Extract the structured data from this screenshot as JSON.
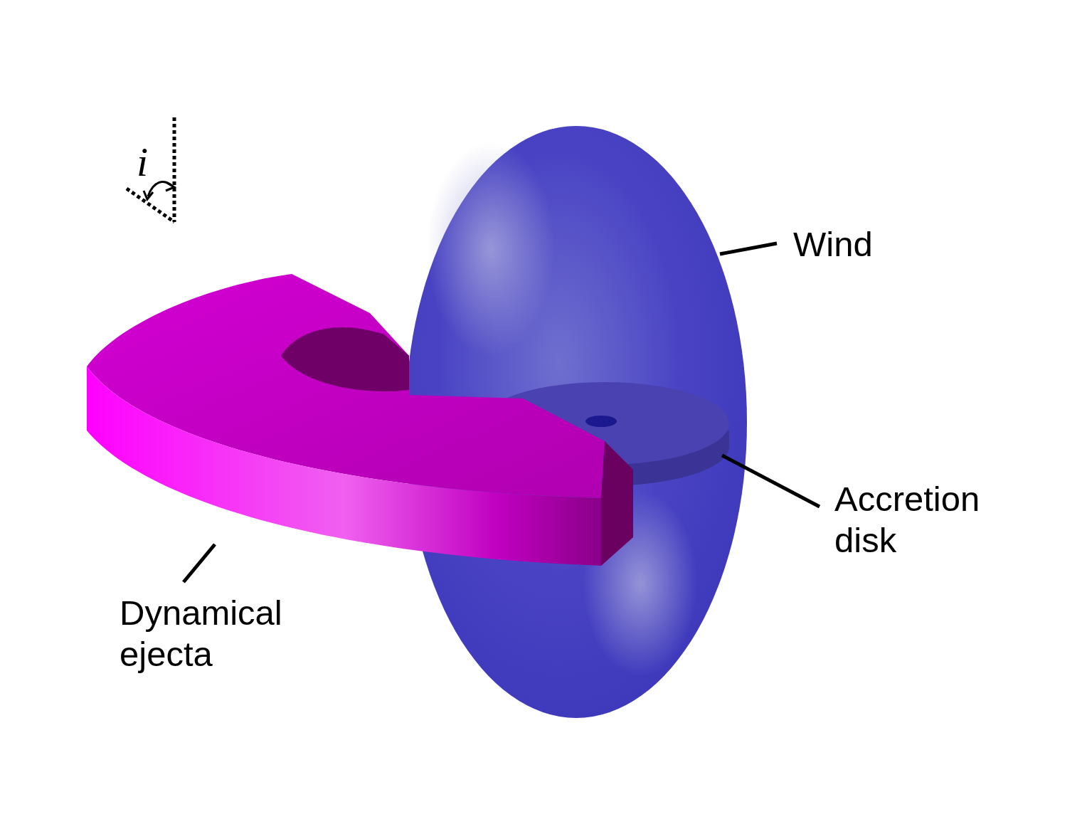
{
  "diagram": {
    "labels": [
      "i",
      "Wind",
      "Accretion disk",
      "Dynamical ejecta"
    ]
  }
}
